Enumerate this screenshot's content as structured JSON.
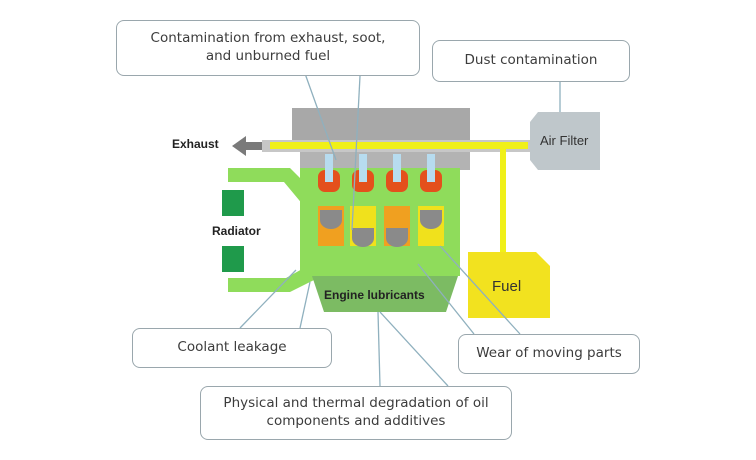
{
  "labels": {
    "exhaust": "Exhaust",
    "air_filter": "Air Filter",
    "radiator": "Radiator",
    "fuel": "Fuel",
    "engine_lubricants": "Engine lubricants"
  },
  "callouts": {
    "contamination": "Contamination from exhaust, soot,\nand unburned fuel",
    "dust": "Dust contamination",
    "coolant": "Coolant leakage",
    "wear": "Wear of moving parts",
    "degradation": "Physical and thermal degradation of oil\ncomponents and additives"
  },
  "colors": {
    "engine_green": "#8fdc5b",
    "lubricant_green": "#7cbb63",
    "radiator_dark": "#1f9a4b",
    "fuel_yellow": "#f2e21f",
    "pipe_yellow": "#f0f018",
    "head_gray": "#a8a8a8",
    "cylinder_orange": "#f0a020",
    "combustion_red": "#e4501c",
    "callout_border": "#9aa7ad"
  }
}
